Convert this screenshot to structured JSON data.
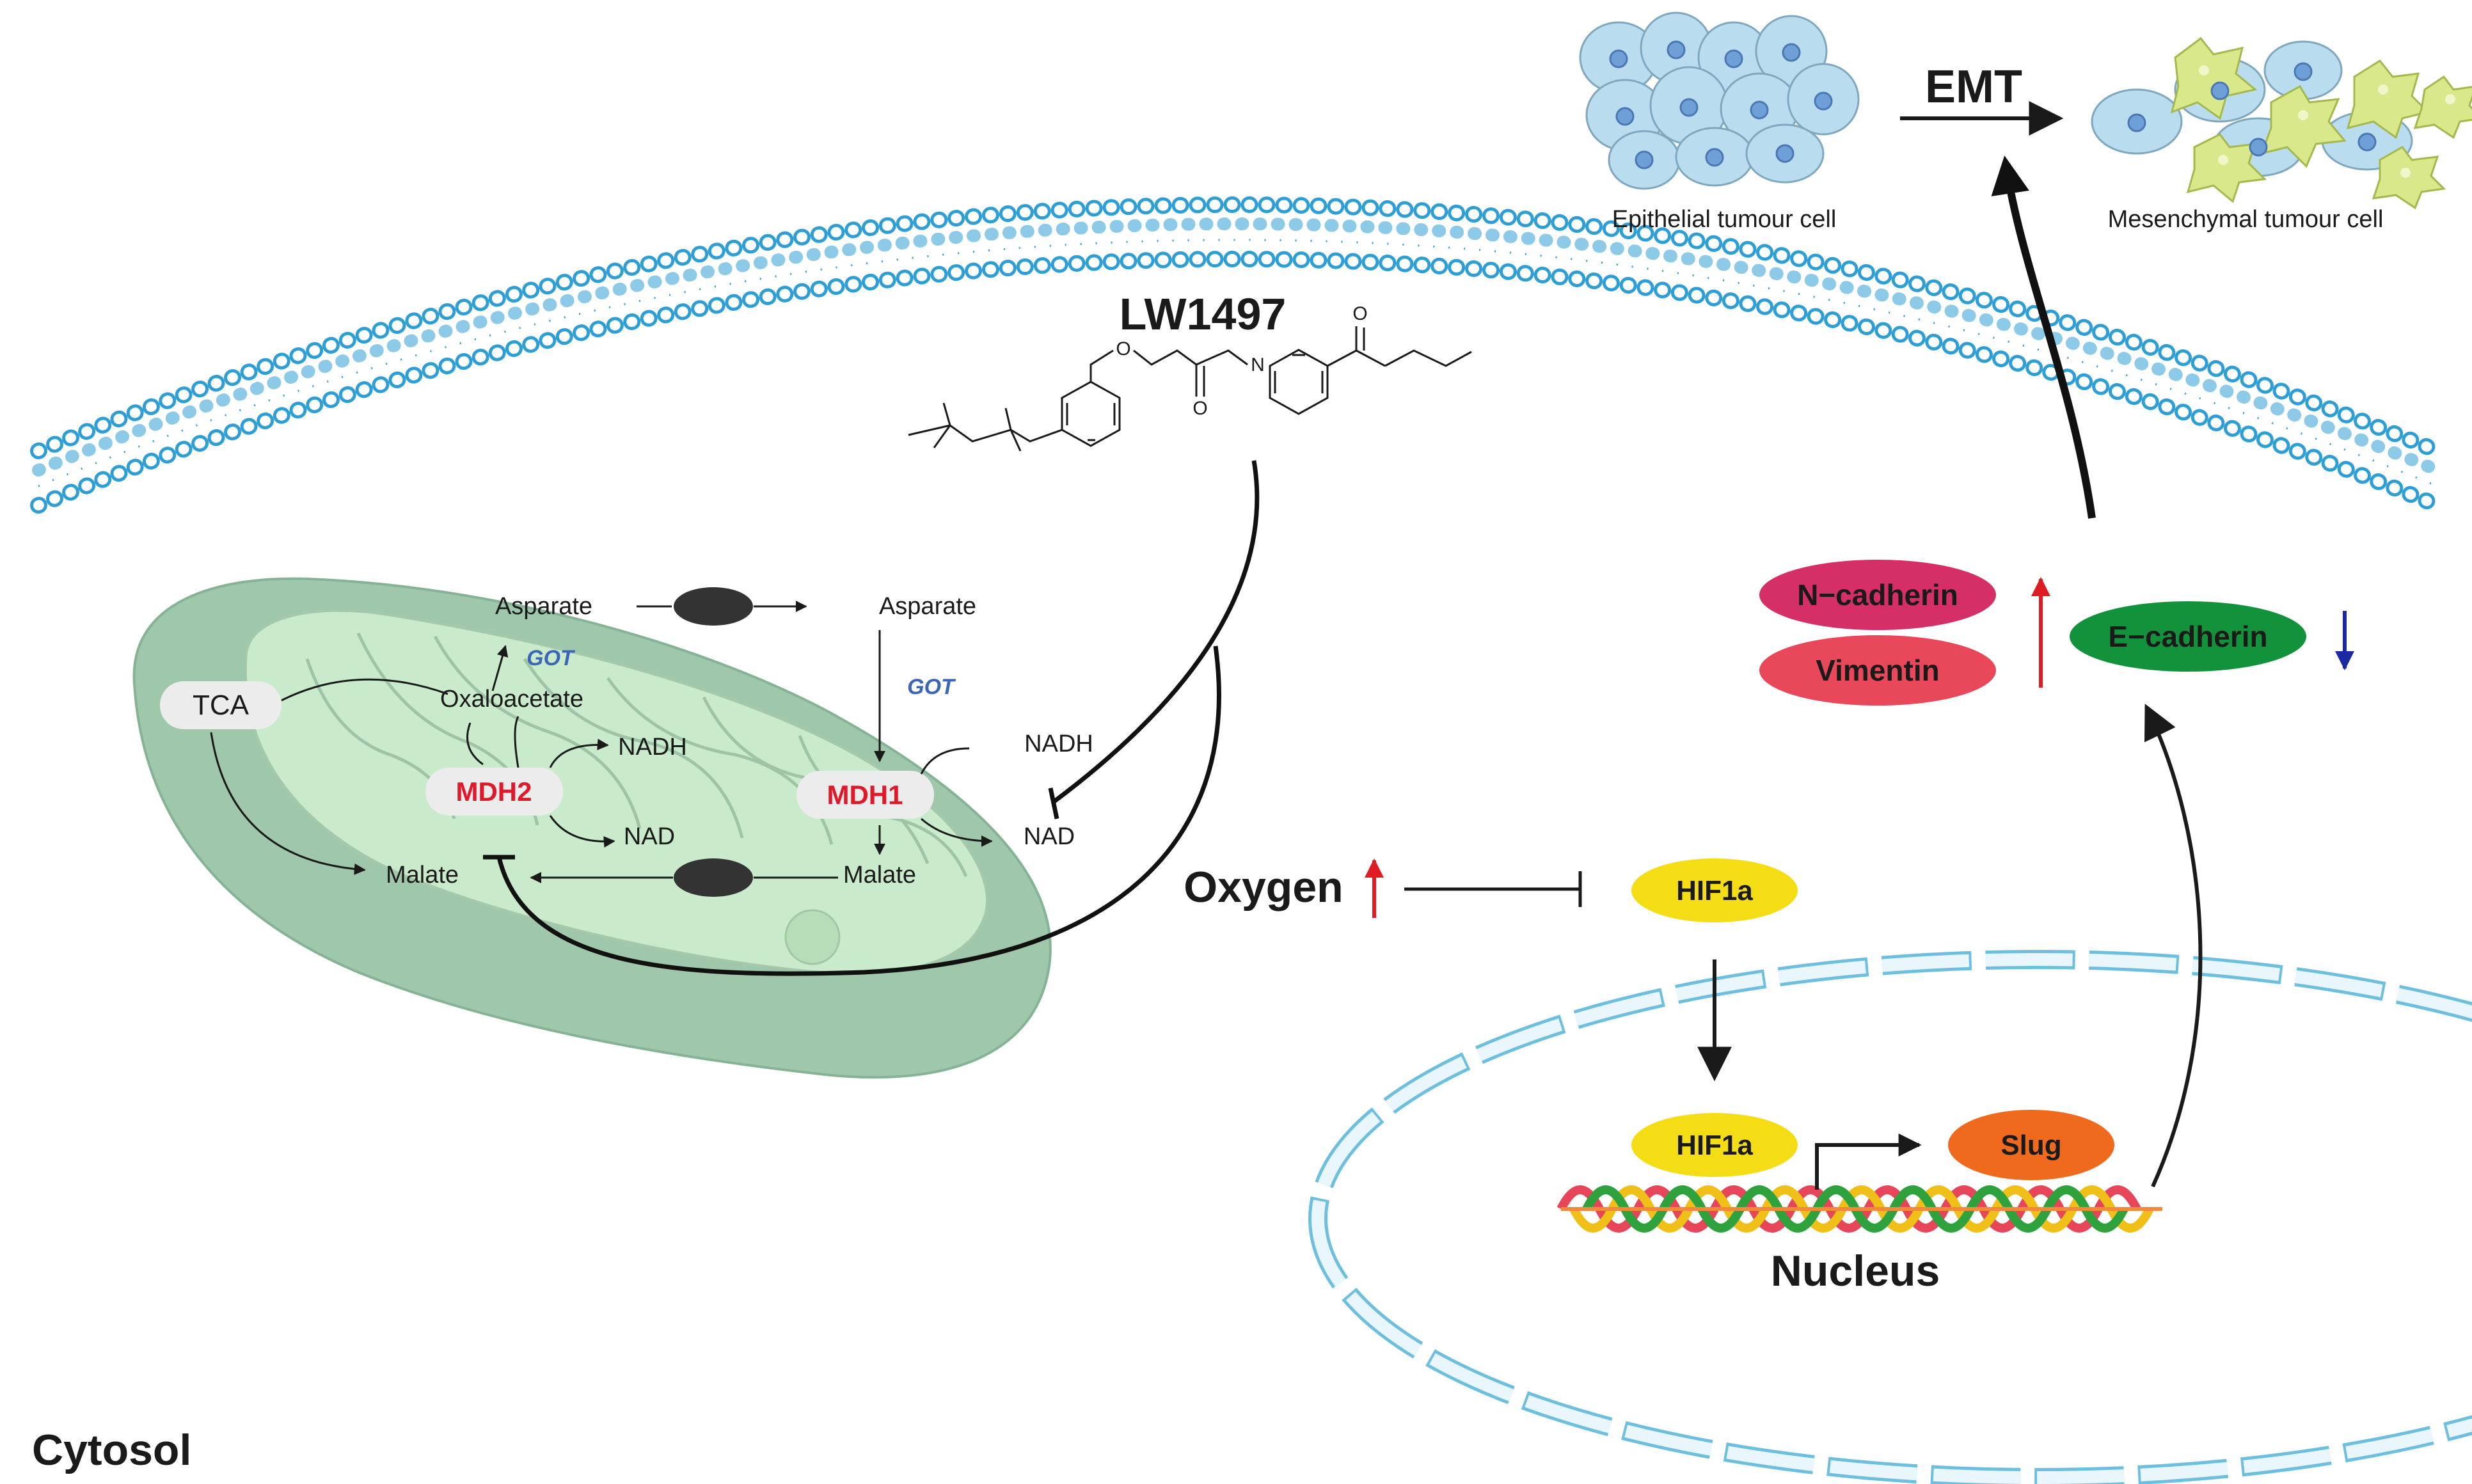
{
  "labels": {
    "lw1497": "LW1497",
    "cytosol": "Cytosol",
    "nucleus": "Nucleus",
    "emt": "EMT",
    "epithelial": "Epithelial tumour cell",
    "mesenchymal": "Mesenchymal tumour cell",
    "oxygen": "Oxygen",
    "hif1a_cyto": "HIF1a",
    "hif1a_nuc": "HIF1a",
    "slug": "Slug",
    "n_cadherin": "N−cadherin",
    "vimentin": "Vimentin",
    "e_cadherin": "E−cadherin",
    "tca": "TCA",
    "mdh1": "MDH1",
    "mdh2": "MDH2",
    "got_mito": "GOT",
    "got_cyto": "GOT",
    "asparate_mito": "Asparate",
    "asparate_cyto": "Asparate",
    "oxaloacetate": "Oxaloacetate",
    "nadh_mito": "NADH",
    "nad_mito": "NAD",
    "nadh_cyto": "NADH",
    "nad_cyto": "NAD",
    "malate_mito": "Malate",
    "malate_cyto": "Malate",
    "mol_o": "O",
    "mol_n": "N",
    "mol_o2": "O",
    "mol_o3": "O"
  },
  "colors": {
    "mdh_red": "#e0192a",
    "got_blue": "#3a66b8",
    "n_cadherin": "#d62f68",
    "vimentin": "#e8485a",
    "e_cadherin": "#12923a",
    "hif1a": "#f5dd15",
    "slug": "#f06a1e",
    "membrane": "#2e9ed6",
    "mito_outer": "#9ec7ab",
    "mito_inner": "#c9ebcc",
    "up_arrow": "#e01b24",
    "down_arrow": "#1b2aa0"
  }
}
